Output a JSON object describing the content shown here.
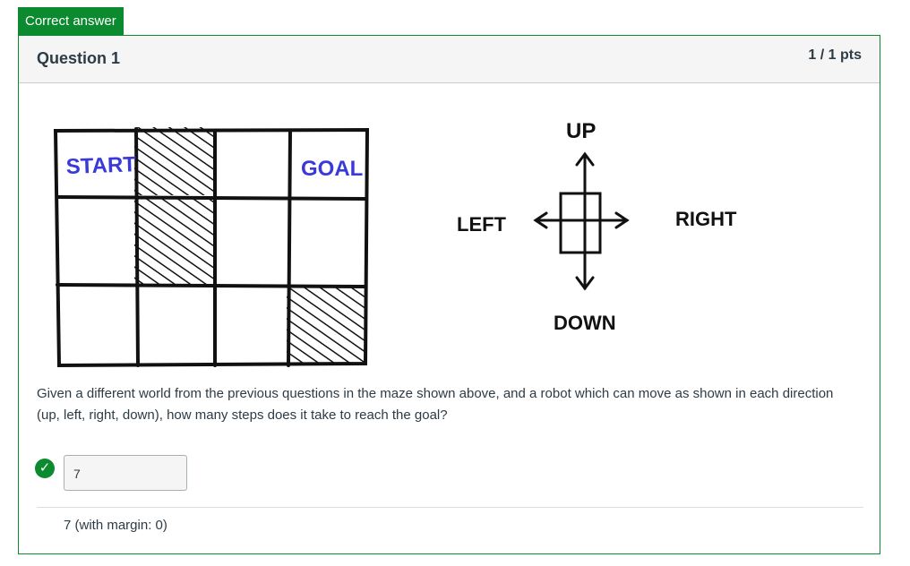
{
  "result_badge": "Correct answer",
  "question": {
    "title": "Question 1",
    "points": "1 / 1 pts",
    "text": "Given a different world from the previous questions in the maze shown above, and a robot which can move as shown in each direction (up, left, right, down), how many steps does it take to reach the goal?"
  },
  "figure": {
    "grid_labels": {
      "start": "START",
      "goal": "GOAL"
    },
    "direction_labels": {
      "up": "UP",
      "down": "DOWN",
      "left": "LEFT",
      "right": "RIGHT"
    },
    "grid": {
      "rows": 3,
      "cols": 4,
      "blocked_cells": [
        [
          0,
          1
        ],
        [
          1,
          1
        ],
        [
          2,
          3
        ]
      ]
    },
    "label_colors": {
      "start_goal": "#3a3ad8",
      "ink": "#111111"
    }
  },
  "answer": {
    "value": "7",
    "status_icon": "check-icon"
  },
  "correct_note": "7 (with margin: 0)",
  "colors": {
    "success": "#0b8a2f",
    "header_bg": "#f5f5f5"
  }
}
